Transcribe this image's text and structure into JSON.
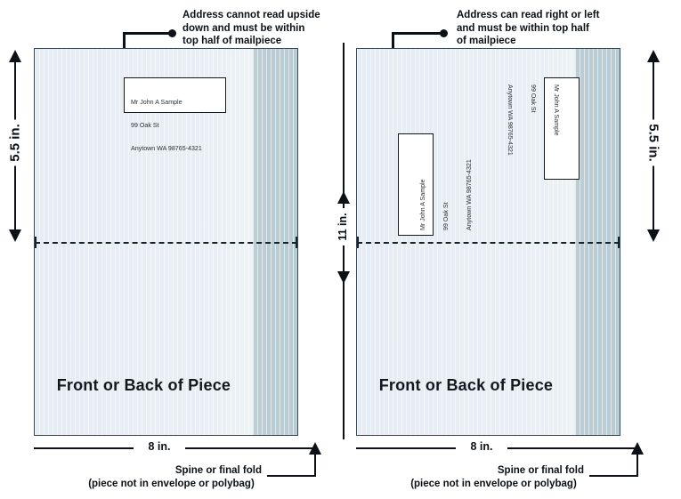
{
  "diagram": {
    "title": "Mailpiece addressing orientation diagram",
    "colors": {
      "sheet": "#e6ecf3",
      "spine": "#b9cbd3",
      "outline": "#3b4a52",
      "ink": "#0b1116"
    }
  },
  "address_block": {
    "line1": "Mr John A Sample",
    "line2": "99 Oak St",
    "line3": "Anytown WA 98765-4321"
  },
  "panels": [
    {
      "id": "left",
      "callout": {
        "line1": "Address cannot read upside",
        "line2": "down and must be within",
        "line3": "top half of mailpiece"
      },
      "body_label": "Front or Back of Piece",
      "height_label": "5.5 in.",
      "width_label": "8 in.",
      "spine_caption": {
        "line1": "Spine or final fold",
        "line2": "(piece not in envelope or polybag)"
      }
    },
    {
      "id": "right",
      "callout": {
        "line1": "Address can read right or left",
        "line2": "and must be within top half",
        "line3": "of mailpiece"
      },
      "body_label": "Front or Back of Piece",
      "height_label": "5.5 in.",
      "width_label": "8 in.",
      "spine_caption": {
        "line1": "Spine or final fold",
        "line2": "(piece not in envelope or polybag)"
      }
    }
  ],
  "center_dimension": {
    "label": "11 in."
  }
}
